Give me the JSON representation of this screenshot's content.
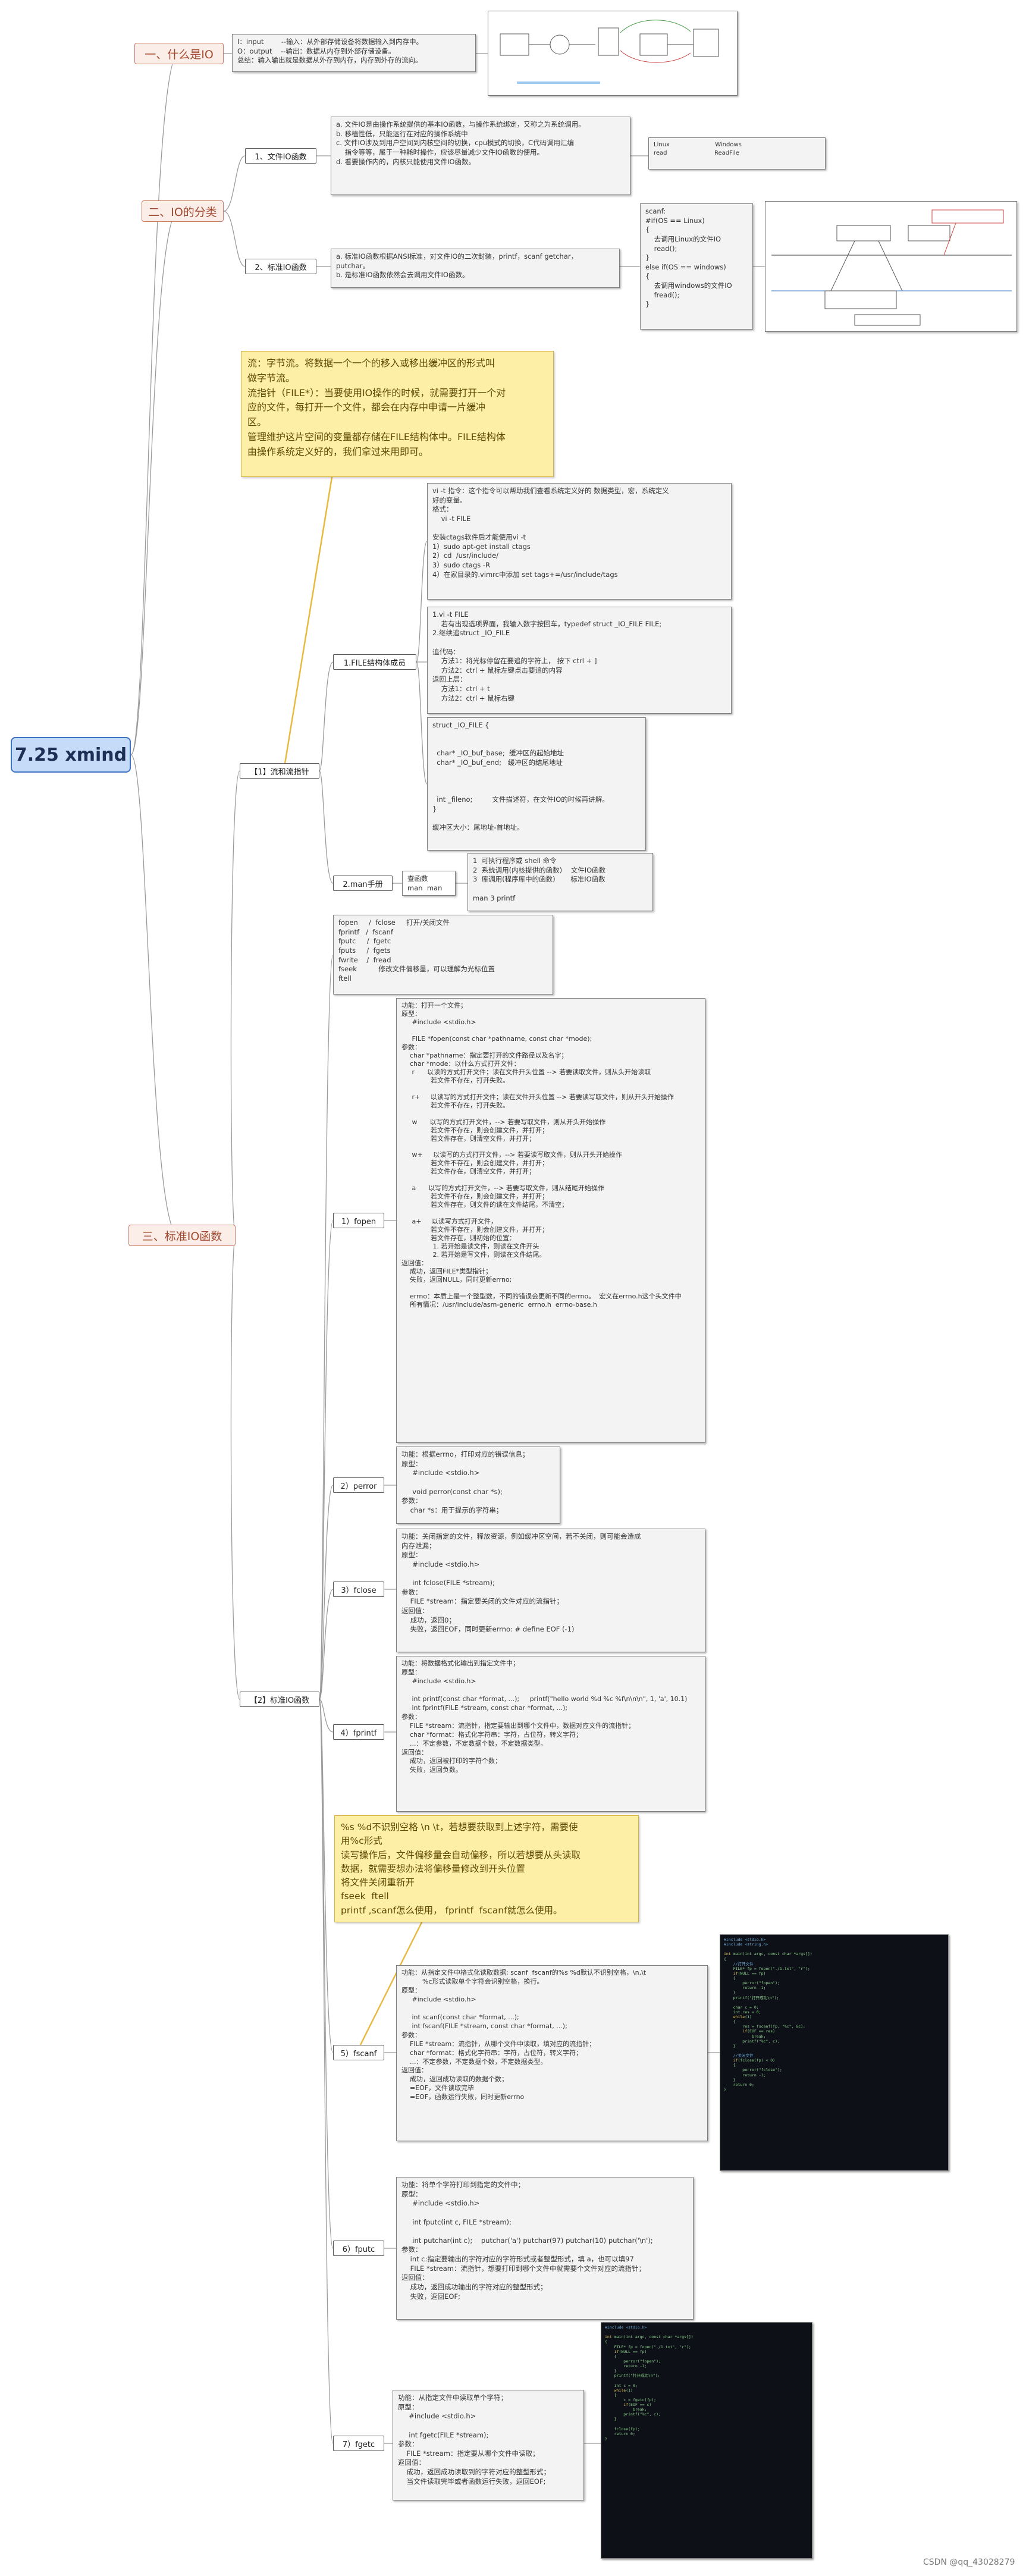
{
  "root": {
    "label": "7.25 xmind"
  },
  "sections": {
    "s1": "一、什么是IO",
    "s2": "二、IO的分类",
    "s3": "三、标准IO函数"
  },
  "s1": {
    "note": "I：input        --输入：从外部存储设备将数据输入到内存中。\nO：output    --输出：数据从内存到外部存储设备。\n总结：输入输出就是数据从外存到内存，内存到外存的流向。"
  },
  "s2": {
    "file_io_label": "1、文件IO函数",
    "file_io_note": "a. 文件IO是由操作系统提供的基本IO函数，与操作系统绑定，又称之为系统调用。\nb. 移植性低，只能运行在对应的操作系统中\nc. 文件IO涉及到用户空间到内核空间的切换，cpu模式的切换，C代码调用汇编\n    指令等等，属于一种耗时操作，应该尽量减少文件IO函数的使用。\nd. 看要操作内的，内核只能使用文件IO函数。",
    "file_io_table": "Linux                        Windows\nread                         ReadFile",
    "std_io_label": "2、标准IO函数",
    "std_io_note": "a. 标准IO函数根据ANSI标准，对文件IO的二次封装，printf，scanf getchar，\nputchar。\nb. 是标准IO函数依然会去调用文件IO函数。",
    "std_io_code": "scanf:\n#if(OS == Linux)\n{\n    去调用Linux的文件IO\n    read();\n}\nelse if(OS == windows)\n{\n    去调用windows的文件IO\n    fread();\n}"
  },
  "s3": {
    "stream_note": "流：字节流。将数据一个一个的移入或移出缓冲区的形式叫\n做字节流。\n流指针（FILE*）：当要使用IO操作的时候，就需要打开一个对\n应的文件，每打开一个文件，都会在内存中申请一片缓冲\n区。\n管理维护这片空间的变量都存储在FILE结构体中。FILE结构体\n由操作系统定义好的，我们拿过来用即可。",
    "flow_label": "【1】流和流指针",
    "file_struct_label": "1.FILE结构体成员",
    "ctags_note": "vi -t 指令：这个指令可以帮助我们查看系统定义好的 数据类型，宏，系统定义\n好的变量。\n格式：\n    vi -t FILE\n\n安装ctags软件后才能使用vi -t\n1）sudo apt-get install ctags\n2）cd  /usr/include/\n3）sudo ctags -R\n4）在家目录的.vimrc中添加 set tags+=/usr/include/tags",
    "vi_note": "1.vi -t FILE\n    若有出现选项界面，我输入数字按回车，typedef struct _IO_FILE FILE;\n2.继续追struct _IO_FILE\n\n追代码：\n    方法1：将光标停留在要追的字符上， 按下 ctrl + ]\n    方法2：ctrl + 鼠标左键点击要追的内容\n返回上层：\n    方法1：ctrl + t\n    方法2：ctrl + 鼠标右键",
    "struct_note": "struct _IO_FILE {\n\n\n  char* _IO_buf_base;  缓冲区的起始地址\n  char* _IO_buf_end;   缓冲区的结尾地址\n\n\n\n  int _fileno;         文件描述符，在文件IO的时候再讲解。\n}\n\n缓冲区大小：尾地址-首地址。",
    "man_label": "2.man手册",
    "man_query": "查函数\nman  man",
    "man_note": "1  可执行程序或 shell 命令\n2  系统调用(内核提供的函数)    文件IO函数\n3  库调用(程序库中的函数)       标准IO函数\n\nman 3 printf",
    "std_label": "【2】标准IO函数",
    "summary_note": "fopen     /  fclose     打开/关闭文件\nfprintf   /  fscanf\nfputc     /  fgetc\nfputs     /  fgets\nfwrite    /  fread\nfseek          修改文件偏移量，可以理解为光标位置\nftell",
    "fopen_label": "1）fopen",
    "fopen_note": "功能：打开一个文件；\n原型：\n     #include <stdio.h>\n\n     FILE *fopen(const char *pathname, const char *mode);\n参数：\n    char *pathname：指定要打开的文件路径以及名字；\n    char *mode：以什么方式打开文件：\n     r      以读的方式打开文件；读在文件开头位置 --> 若要读取文件，则从头开始读取\n              若文件不存在，打开失败。\n\n     r+     以读写的方式打开文件；读在文件开头位置 --> 若要读写取文件，则从开头开始操作\n              若文件不存在，打开失败。\n\n     w      以写的方式打开文件，--> 若要写取文件，则从开头开始操作\n              若文件不存在，则会创建文件，并打开；\n              若文件存在，则清空文件，并打开；\n\n     w+     以读写的方式打开文件，--> 若要读写取文件，则从开头开始操作\n              若文件不存在，则会创建文件，并打开；\n              若文件存在，则清空文件，并打开；\n\n     a      以写的方式打开文件，--> 若要写取文件，则从结尾开始操作\n              若文件不存在，则会创建文件，并打开；\n              若文件存在，则文件的读在文件结尾，不清空；\n\n     a+     以读写方式打开文件，\n              若文件不存在，则会创建文件，并打开；\n              若文件存在，则初始的位置：\n               1. 若开始是读文件，则读在文件开头\n               2. 若开始是写文件，则读在文件结尾。\n返回值：\n    成功，返回FILE*类型指针；\n    失败，返回NULL，同时更新errno;\n\n    errno：本质上是一个整型数，不同的错误会更新不同的errno。  宏义在errno.h这个头文件中\n    所有情况：/usr/include/asm-generic  errno.h  errno-base.h",
    "perror_label": "2）perror",
    "perror_note": "功能：根据errno，打印对应的错误信息；\n原型：\n     #include <stdio.h>\n\n     void perror(const char *s);\n参数：\n    char *s：用于提示的字符串；",
    "fclose_label": "3）fclose",
    "fclose_note": "功能：关闭指定的文件，释放资源，例如缓冲区空间，若不关闭，则可能会造成\n内存泄漏；\n原型：\n     #include <stdio.h>\n\n     int fclose(FILE *stream);\n参数：\n    FILE *stream：指定要关闭的文件对应的流指针；\n返回值：\n    成功，返回0；\n    失败，返回EOF，同时更新errno: # define EOF (-1)",
    "fprintf_label": "4）fprintf",
    "fprintf_note": "功能：将数据格式化输出到指定文件中；\n原型：\n     #include <stdio.h>\n\n     int printf(const char *format, ...);     printf(\"hello world %d %c %f\\n\\n\\n\", 1, 'a', 10.1)\n     int fprintf(FILE *stream, const char *format, ...);\n参数：\n    FILE *stream：流指针，指定要输出到哪个文件中，数据对应文件的流指针；\n    char *format：格式化字符串：字符，占位符，转义字符；\n    ...：不定参数，不定数据个数，不定数据类型。\n返回值：\n    成功，返回被打印的字符个数；\n    失败，返回负数。",
    "scanf_tip": "%s %d不识别空格 \\n \\t，若想要获取到上述字符，需要使\n用%c形式\n读写操作后，文件偏移量会自动偏移，所以若想要从头读取\n数据，就需要想办法将偏移量修改到开头位置\n将文件关闭重新开\nfseek  ftell\nprintf ,scanf怎么使用， fprintf  fscanf就怎么使用。",
    "fscanf_label": "5）fscanf",
    "fscanf_note": "功能：从指定文件中格式化读取数据; scanf  fscanf的%s %d默认不识别空格，\\n,\\t\n          %c形式读取单个字符会识别空格，换行。\n原型：\n     #include <stdio.h>\n\n     int scanf(const char *format, ...);\n     int fscanf(FILE *stream, const char *format, ...);\n参数：\n    FILE *stream：流指针，从哪个文件中读取，填对应的流指针；\n    char *format：格式化字符串：字符，占位符，转义字符；\n    ...：不定参数，不定数据个数，不定数据类型。\n返回值：\n    成功，返回成功读取的数据个数；\n    =EOF，文件读取完毕\n    =EOF，函数运行失败，同时更新errno",
    "fputc_label": "6）fputc",
    "fputc_note": "功能：将单个字符打印到指定的文件中；\n原型：\n     #include <stdio.h>\n\n     int fputc(int c, FILE *stream);\n\n     int putchar(int c);    putchar('a') putchar(97) putchar(10) putchar('\\n');\n参数：\n    int c:指定要输出的字符对应的字符形式或者整型形式，填 a，也可以填97\n    FILE *stream：流指针，想要打印到哪个文件中就需要个文件对应的流指针；\n返回值：\n    成功，返回成功输出的字符对应的整型形式；\n    失败，返回EOF;",
    "fgetc_label": "7）fgetc",
    "fgetc_note": "功能：从指定文件中读取单个字符；\n原型：\n     #include <stdio.h>\n\n     int fgetc(FILE *stream);\n参数：\n    FILE *stream：指定要从哪个文件中读取；\n返回值：\n    成功，返回成功读取到的字符对应的整型形式；\n    当文件读取完毕或者函数运行失败，返回EOF;"
  },
  "watermark": "CSDN @qq_43028279"
}
